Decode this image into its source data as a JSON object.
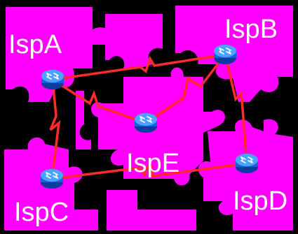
{
  "colors": {
    "background": "#000000",
    "puzzle": "#ff00ff",
    "link": "#ff2a2a",
    "router_body": "#1a5fd6",
    "router_top": "#4aa3ff",
    "label": "#ffffff"
  },
  "icons": {
    "router": "router-icon"
  },
  "isps": [
    {
      "id": "IspA",
      "label": "IspA"
    },
    {
      "id": "IspB",
      "label": "IspB"
    },
    {
      "id": "IspC",
      "label": "IspC"
    },
    {
      "id": "IspD",
      "label": "IspD"
    },
    {
      "id": "IspE",
      "label": "IspE"
    }
  ],
  "links": [
    {
      "from": "IspA",
      "to": "IspB"
    },
    {
      "from": "IspA",
      "to": "IspE"
    },
    {
      "from": "IspA",
      "to": "IspC"
    },
    {
      "from": "IspB",
      "to": "IspE"
    },
    {
      "from": "IspB",
      "to": "IspD"
    },
    {
      "from": "IspC",
      "to": "IspD"
    }
  ]
}
